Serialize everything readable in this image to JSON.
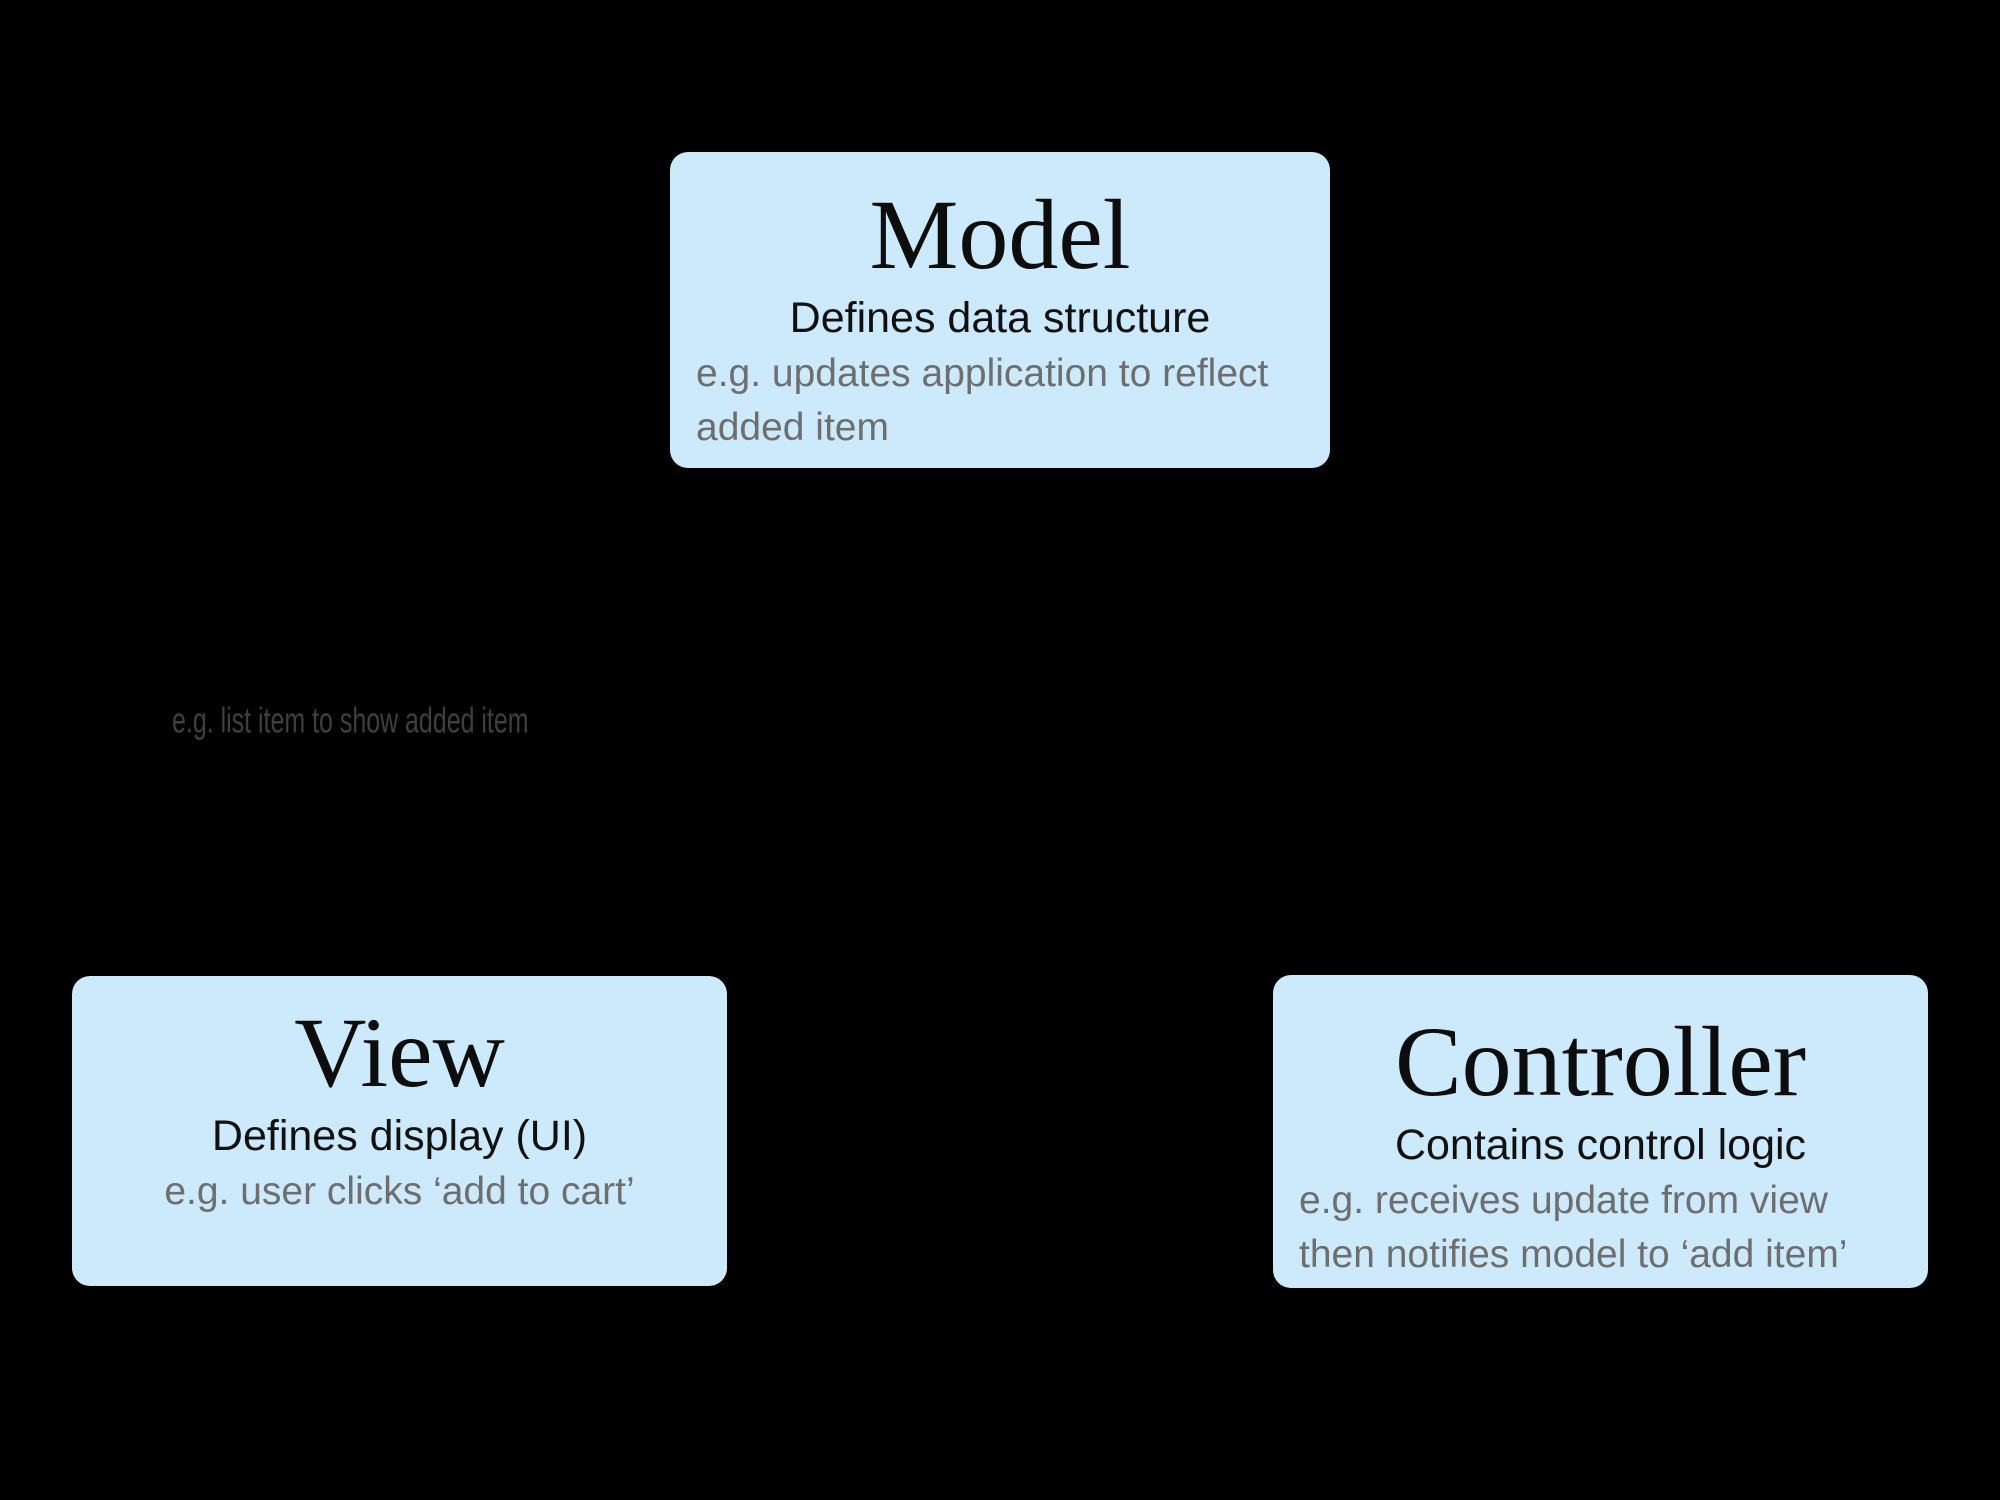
{
  "diagram": {
    "type": "MVC architecture diagram",
    "background_color": "#000000",
    "box_fill_color": "#cdeafc",
    "title_text_color": "#0d0d0d",
    "subtitle_text_color": "#101010",
    "example_text_color": "#6e6e6e",
    "note_text_color": "#3f3f3f"
  },
  "boxes": {
    "model": {
      "title": "Model",
      "subtitle": "Defines data structure",
      "example_lines": [
        "e.g. updates application to reflect",
        "added item"
      ]
    },
    "view": {
      "title": "View",
      "subtitle": "Defines display (UI)",
      "example_lines": [
        "e.g. user clicks ‘add to cart’"
      ]
    },
    "controller": {
      "title": "Controller",
      "subtitle": "Contains control logic",
      "example_lines": [
        "e.g. receives update from view",
        "then notifies model to ‘add item’"
      ]
    }
  },
  "note": {
    "text": "e.g. list item to show added item"
  }
}
